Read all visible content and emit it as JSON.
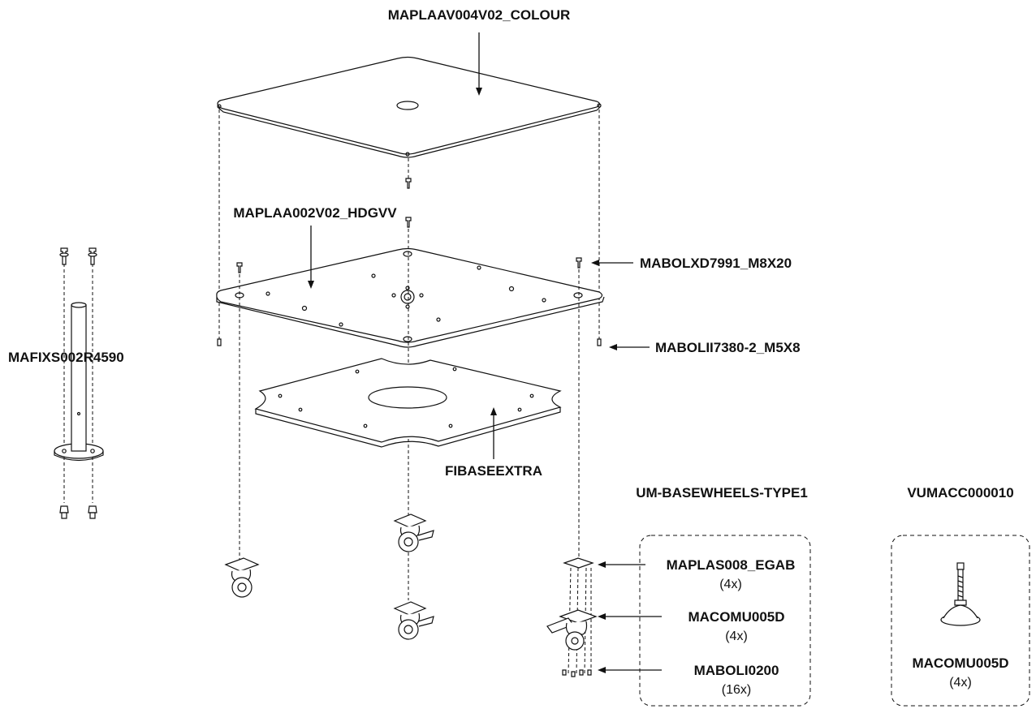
{
  "labels": {
    "top_plate": "MAPLAAV004V02_COLOUR",
    "middle_plate": "MAPLAA002V02_HDGVV",
    "bolt_m8": "MABOLXD7991_M8X20",
    "bolt_m5": "MABOLII7380-2_M5X8",
    "pole": "MAFIXS002R4590",
    "base_extra": "FIBASEEXTRA",
    "wheels_group": "UM-BASEWHEELS-TYPE1",
    "acc_group": "VUMACC000010",
    "plate_part": "MAPLAS008_EGAB",
    "plate_qty": "(4x)",
    "caster_part": "MACOMU005D",
    "caster_qty": "(4x)",
    "screw_part": "MABOLI0200",
    "screw_qty": "(16x)",
    "foot_part": "MACOMU005D",
    "foot_qty": "(4x)"
  },
  "colors": {
    "line": "#111111",
    "background": "#ffffff"
  }
}
